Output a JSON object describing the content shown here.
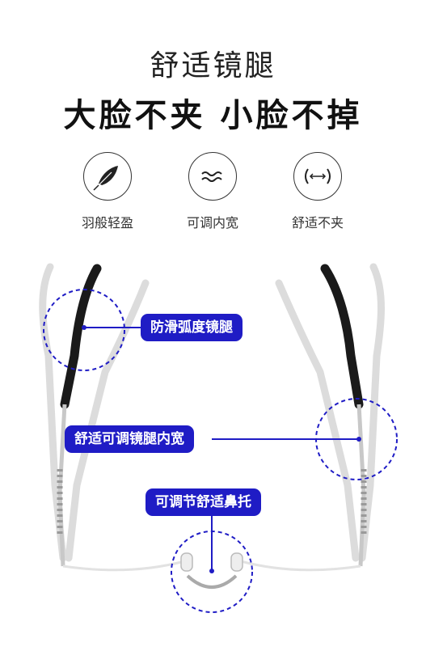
{
  "header": {
    "title": "舒适镜腿",
    "subtitle": "大脸不夹 小脸不掉"
  },
  "features": [
    {
      "icon": "feather-icon",
      "label": "羽般轻盈"
    },
    {
      "icon": "wave-icon",
      "label": "可调内宽"
    },
    {
      "icon": "width-arrow-icon",
      "label": "舒适不夹"
    }
  ],
  "callouts": {
    "anti_slip": "防滑弧度镜腿",
    "adjustable_width": "舒适可调镜腿内宽",
    "nose_pad": "可调节舒适鼻托"
  },
  "colors": {
    "accent": "#1f1cc5",
    "text": "#222222"
  }
}
